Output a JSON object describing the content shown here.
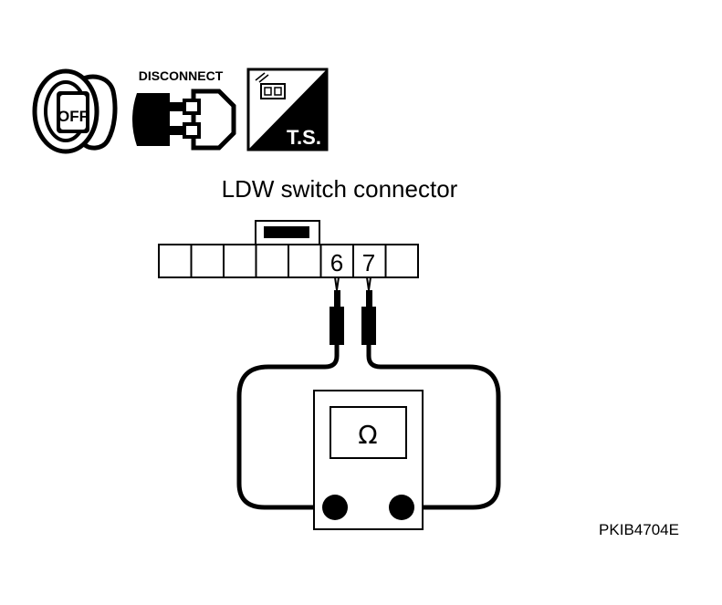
{
  "icons": {
    "ignition_label": "OFF",
    "disconnect_label": "DISCONNECT",
    "ts_label": "T.S."
  },
  "diagram": {
    "title": "LDW switch connector",
    "pin_a": "6",
    "pin_b": "7",
    "meter_symbol": "Ω"
  },
  "figure_code": "PKIB4704E"
}
